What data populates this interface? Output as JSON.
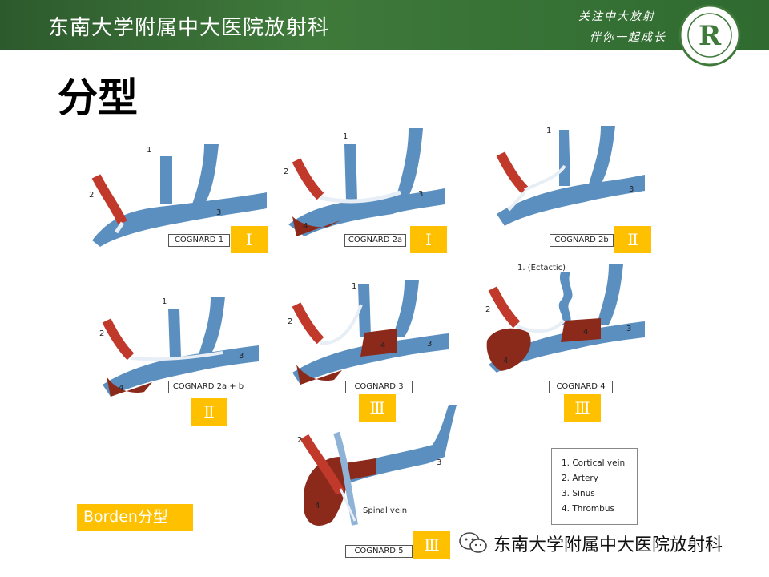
{
  "header": {
    "title": "东南大学附属中大医院放射科",
    "motto_line1": "关注中大放射",
    "motto_line2": "伴你一起成长",
    "logo_letter": "R"
  },
  "slide": {
    "title": "分型",
    "badge": "Borden分型"
  },
  "figures": [
    {
      "caption": "COGNARD 1",
      "borden": "Ⅰ"
    },
    {
      "caption": "COGNARD 2a",
      "borden": "Ⅰ"
    },
    {
      "caption": "COGNARD 2b",
      "borden": "Ⅱ"
    },
    {
      "caption": "COGNARD 2a + b",
      "borden": "Ⅱ"
    },
    {
      "caption": "COGNARD 3",
      "borden": "Ⅲ"
    },
    {
      "caption": "COGNARD 4",
      "borden": "Ⅲ"
    },
    {
      "caption": "COGNARD 5",
      "borden": "Ⅲ"
    }
  ],
  "labels": {
    "n1": "1",
    "n2": "2",
    "n3": "3",
    "n4": "4",
    "ectactic": "1. (Ectactic)",
    "spinal_vein": "Spinal vein"
  },
  "legend": [
    "1. Cortical vein",
    "2. Artery",
    "3. Sinus",
    "4. Thrombus"
  ],
  "watermark": {
    "text": "东南大学附属中大医院放射科",
    "icon": "wechat-icon"
  },
  "colors": {
    "header_green": "#3f7a3b",
    "badge_yellow": "#ffc000",
    "vein_blue": "#5b8fc0",
    "artery_red": "#c0392b",
    "thrombus": "#8b2a1a"
  }
}
